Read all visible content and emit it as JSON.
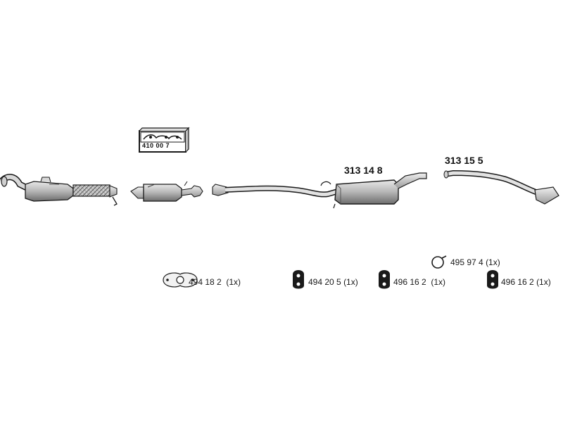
{
  "kit": {
    "number": "410 00 7"
  },
  "parts": {
    "middle_muffler": "313 14 8",
    "rear_pipe": "313 15 5"
  },
  "accessories": [
    {
      "number": "494 18 2",
      "qty": "(1x)",
      "icon": "gasket-icon"
    },
    {
      "number": "494 20 5",
      "qty": "(1x)",
      "icon": "rubber-mount-icon"
    },
    {
      "number": "496 16 2",
      "qty": "(1x)",
      "icon": "rubber-mount-icon"
    },
    {
      "number": "496 16 2",
      "qty": "(1x)",
      "icon": "rubber-mount-icon"
    },
    {
      "number": "495 97 4",
      "qty": "(1x)",
      "icon": "clamp-ring-icon"
    }
  ],
  "colors": {
    "line": "#1a1a1a",
    "metal": "#bdbdbd",
    "metal_dark": "#7a7a7a"
  }
}
